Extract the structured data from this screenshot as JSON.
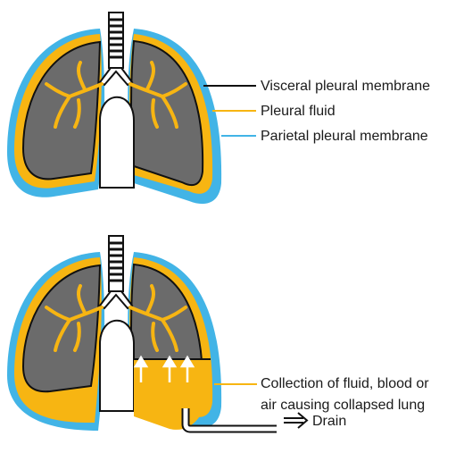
{
  "colors": {
    "parietal": "#42b4e6",
    "pleural_fluid": "#f7b512",
    "lung": "#6b6b6b",
    "outline": "#111111",
    "bronchi": "#f7b512",
    "background": "#ffffff"
  },
  "top_figure": {
    "labels": {
      "visceral": "Visceral pleural membrane",
      "fluid": "Pleural fluid",
      "parietal": "Parietal pleural membrane"
    }
  },
  "bottom_figure": {
    "labels": {
      "collection_line1": "Collection of fluid, blood or",
      "collection_line2": "air causing collapsed lung",
      "drain": "Drain"
    }
  }
}
